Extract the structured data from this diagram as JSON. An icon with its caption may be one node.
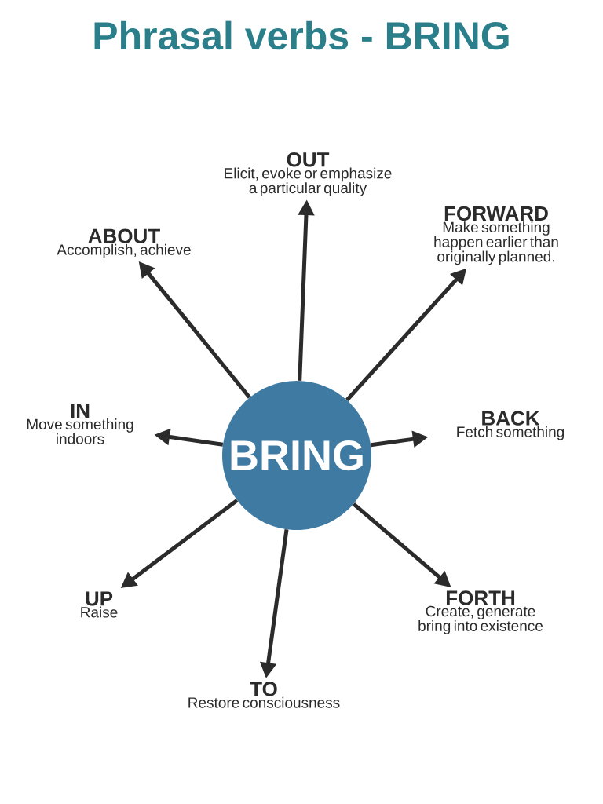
{
  "diagram": {
    "title": "Phrasal verbs - BRING",
    "nodes": [
      {
        "text": [
          "BRING"
        ]
      },
      {
        "text": [
          "OUT",
          "Elicit, evoke or emphasize a particular quality"
        ]
      },
      {
        "text": [
          "FORWARD",
          "Make something happen earlier than originally planned."
        ]
      },
      {
        "text": [
          "ABOUT",
          "Accomplish, achieve"
        ]
      },
      {
        "text": [
          "IN",
          "Move something indoors"
        ]
      },
      {
        "text": [
          "BACK",
          "Fetch something"
        ]
      },
      {
        "text": [
          "UP",
          "Raise"
        ]
      },
      {
        "text": [
          "FORTH",
          "Create, generate bring into existence"
        ]
      },
      {
        "text": [
          "TO",
          "Restore consciousness"
        ]
      }
    ],
    "edges": [
      {
        "from": 0,
        "to": 1,
        "arrow": "to"
      },
      {
        "from": 0,
        "to": 2,
        "arrow": "to"
      },
      {
        "from": 0,
        "to": 3,
        "arrow": "to"
      },
      {
        "from": 0,
        "to": 4,
        "arrow": "to"
      },
      {
        "from": 0,
        "to": 5,
        "arrow": "to"
      },
      {
        "from": 0,
        "to": 6,
        "arrow": "to"
      },
      {
        "from": 0,
        "to": 7,
        "arrow": "to"
      },
      {
        "from": 0,
        "to": 8,
        "arrow": "to"
      }
    ]
  }
}
